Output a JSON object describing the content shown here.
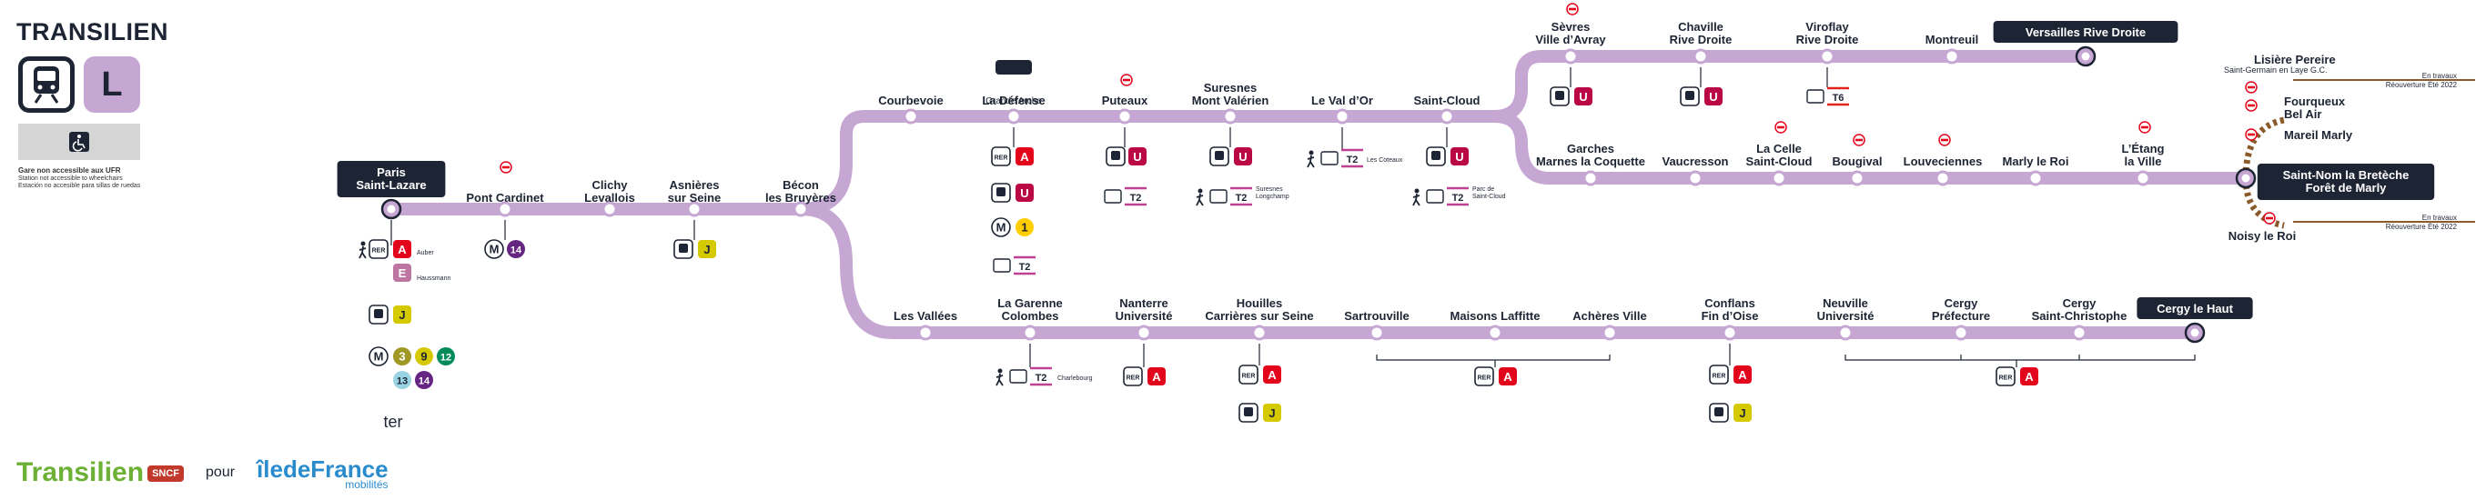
{
  "header": {
    "title": "TRANSILIEN",
    "line_letter": "L"
  },
  "legend": {
    "ufr_title": "Gare non accessible aux UFR",
    "ufr_line1": "Station not accessible to wheelchairs",
    "ufr_line2": "Estación no accesible para sillas de ruedas"
  },
  "footer": {
    "operator": "Transilien",
    "sncf": "SNCF",
    "pour": "pour",
    "authority": "îledeFrance",
    "authority_sub": "mobilités"
  },
  "colors": {
    "line": "#c6a7d3",
    "dark": "#1d2433",
    "rer_a": "#e3051b",
    "rer_e": "#bd76a1",
    "line_u": "#b90845",
    "line_j": "#d5c900",
    "metro_3": "#9f9825",
    "metro_9": "#d5c900",
    "metro_12": "#008b5b",
    "metro_13": "#98d4e2",
    "metro_14": "#662483",
    "metro_1": "#ffcd00",
    "tram_t2": "#c04191",
    "tram_t6": "#e2231a",
    "branch_dashed": "#8b5a2b"
  },
  "stations": {
    "paris_saint_lazare": "Paris\nSaint-Lazare",
    "pont_cardinet": "Pont Cardinet",
    "clichy_levallois": "Clichy\nLevallois",
    "asnieres": "Asnières\nsur Seine",
    "becon": "Bécon\nles Bruyères",
    "courbevoie": "Courbevoie",
    "la_defense": "La Défense",
    "la_defense_sub": "Grande Arche",
    "puteaux": "Puteaux",
    "suresnes": "Suresnes\nMont Valérien",
    "val_dor": "Le Val d’Or",
    "saint_cloud": "Saint-Cloud",
    "sevres": "Sèvres\nVille d’Avray",
    "chaville": "Chaville\nRive Droite",
    "viroflay": "Viroflay\nRive Droite",
    "montreuil": "Montreuil",
    "versailles_rd": "Versailles Rive Droite",
    "garches": "Garches\nMarnes la Coquette",
    "vaucresson": "Vaucresson",
    "la_celle": "La Celle\nSaint-Cloud",
    "bougival": "Bougival",
    "louveciennes": "Louveciennes",
    "marly_le_roi": "Marly le Roi",
    "letang": "L’Étang\nla Ville",
    "saint_nom": "Saint-Nom la Bretèche\nForêt de Marly",
    "lisiere": "Lisière Pereire",
    "lisiere_sub": "Saint-Germain en Laye G.C.",
    "fourqueux": "Fourqueux\nBel Air",
    "mareil": "Mareil Marly",
    "noisy": "Noisy le Roi",
    "les_vallees": "Les Vallées",
    "garenne": "La Garenne\nColombes",
    "nanterre_u": "Nanterre\nUniversité",
    "houilles": "Houilles\nCarrières sur Seine",
    "sartrouville": "Sartrouville",
    "maisons_laffitte": "Maisons Laffitte",
    "acheres": "Achères Ville",
    "conflans": "Conflans\nFin d’Oise",
    "neuville": "Neuville\nUniversité",
    "cergy_pref": "Cergy\nPréfecture",
    "cergy_stc": "Cergy\nSaint-Christophe",
    "cergy_haut": "Cergy le Haut"
  },
  "notes": {
    "auber": "Auber",
    "haussmann": "Haussmann",
    "les_coteaux": "Les Coteaux",
    "suresnes_longchamp": "Suresnes\nLongchamp",
    "parc_saint_cloud": "Parc de\nSaint-Cloud",
    "charlebourg": "Charlebourg",
    "travaux_1": "En travaux",
    "reouverture_1": "Réouverture Été 2022",
    "travaux_2": "En travaux",
    "reouverture_2": "Réouverture Été 2022"
  },
  "badges": {
    "rer": "RER",
    "a": "A",
    "e": "E",
    "u": "U",
    "j": "J",
    "m": "M",
    "t2": "T2",
    "t6": "T6",
    "m1": "1",
    "m3": "3",
    "m9": "9",
    "m12": "12",
    "m13": "13",
    "m14": "14",
    "ter": "ter"
  }
}
